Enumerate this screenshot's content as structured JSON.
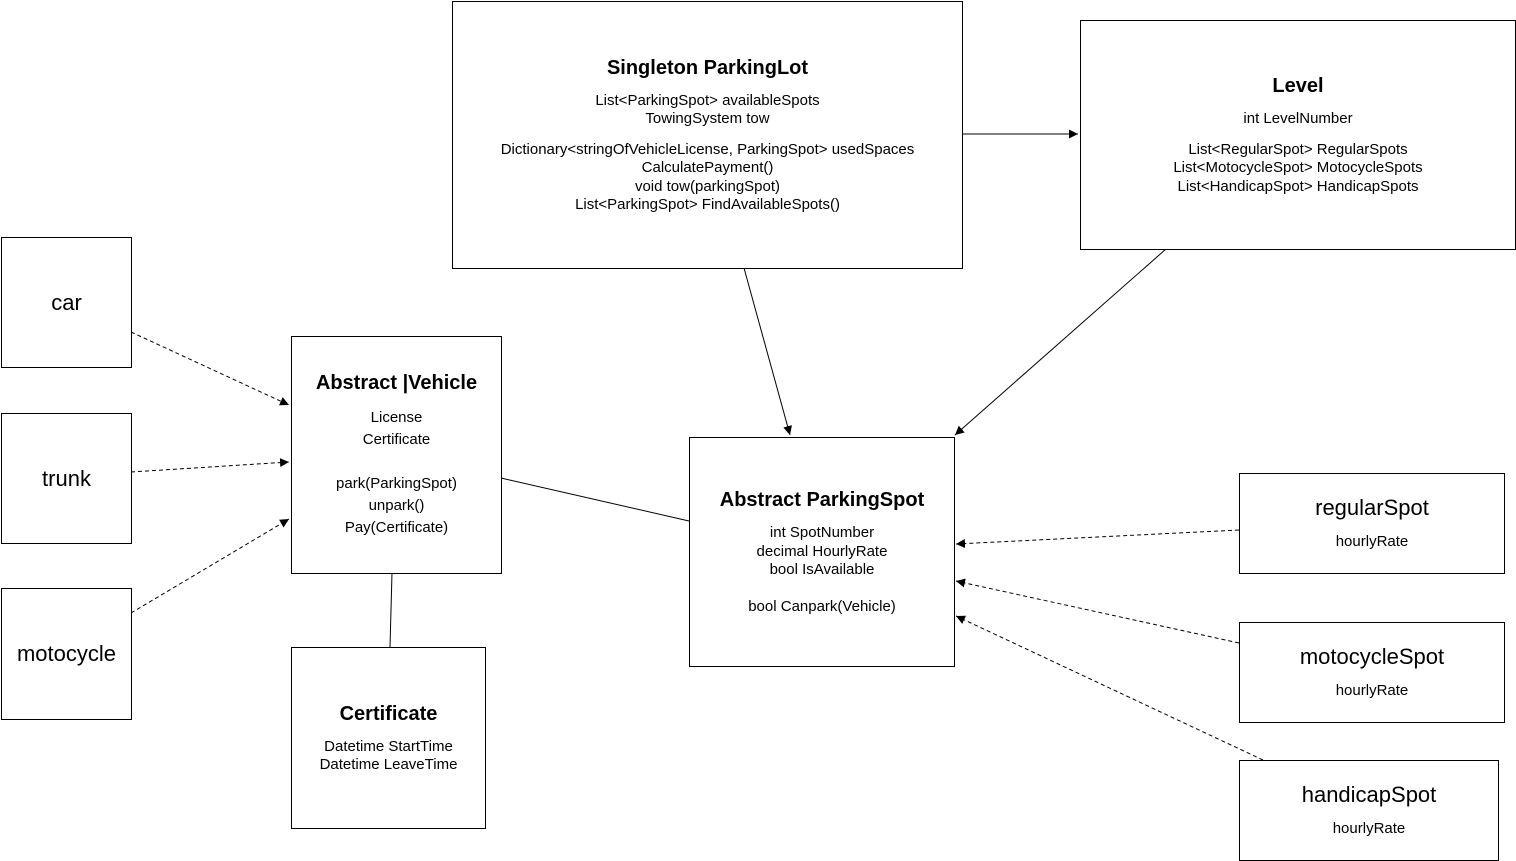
{
  "parking_lot": {
    "title": "Singleton ParkingLot",
    "lines": [
      "List<ParkingSpot> availableSpots",
      "TowingSystem tow"
    ],
    "methods": [
      "Dictionary<stringOfVehicleLicense, ParkingSpot> usedSpaces",
      "CalculatePayment()",
      "void tow(parkingSpot)",
      "List<ParkingSpot> FindAvailableSpots()"
    ]
  },
  "level": {
    "title": "Level",
    "lines": [
      "int LevelNumber"
    ],
    "members": [
      "List<RegularSpot> RegularSpots",
      "List<MotocycleSpot> MotocycleSpots",
      "List<HandicapSpot> HandicapSpots"
    ]
  },
  "vehicle": {
    "title": "Abstract |Vehicle",
    "fields": [
      "License",
      "Certificate"
    ],
    "methods": [
      "park(ParkingSpot)",
      "unpark()",
      "Pay(Certificate)"
    ]
  },
  "certificate": {
    "title": "Certificate",
    "fields": [
      "Datetime StartTime",
      "Datetime LeaveTime"
    ]
  },
  "parking_spot": {
    "title": "Abstract ParkingSpot",
    "fields": [
      "int SpotNumber",
      "decimal HourlyRate",
      "bool IsAvailable"
    ],
    "methods": [
      "bool Canpark(Vehicle)"
    ]
  },
  "car": {
    "title": "car"
  },
  "trunk": {
    "title": "trunk"
  },
  "motocycle": {
    "title": "motocycle"
  },
  "regular_spot": {
    "title": "regularSpot",
    "field": "hourlyRate"
  },
  "motocycle_spot": {
    "title": "motocycleSpot",
    "field": "hourlyRate"
  },
  "handicap_spot": {
    "title": "handicapSpot",
    "field": "hourlyRate"
  }
}
